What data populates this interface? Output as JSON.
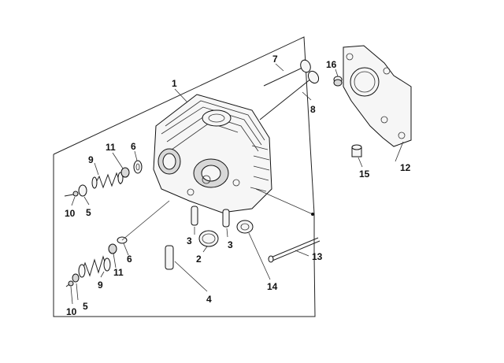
{
  "diagram": {
    "callouts": [
      {
        "id": "c1",
        "text": "1"
      },
      {
        "id": "c7",
        "text": "7"
      },
      {
        "id": "c16",
        "text": "16"
      },
      {
        "id": "c8",
        "text": "8"
      },
      {
        "id": "c11a",
        "text": "11"
      },
      {
        "id": "c6a",
        "text": "6"
      },
      {
        "id": "c9a",
        "text": "9"
      },
      {
        "id": "c10a",
        "text": "10"
      },
      {
        "id": "c5a",
        "text": "5"
      },
      {
        "id": "c12",
        "text": "12"
      },
      {
        "id": "c15",
        "text": "15"
      },
      {
        "id": "c3a",
        "text": "3"
      },
      {
        "id": "c3b",
        "text": "3"
      },
      {
        "id": "c2",
        "text": "2"
      },
      {
        "id": "c6b",
        "text": "6"
      },
      {
        "id": "c11b",
        "text": "11"
      },
      {
        "id": "c9b",
        "text": "9"
      },
      {
        "id": "c13",
        "text": "13"
      },
      {
        "id": "c14",
        "text": "14"
      },
      {
        "id": "c4",
        "text": "4"
      },
      {
        "id": "c5b",
        "text": "5"
      },
      {
        "id": "c10b",
        "text": "10"
      }
    ]
  }
}
